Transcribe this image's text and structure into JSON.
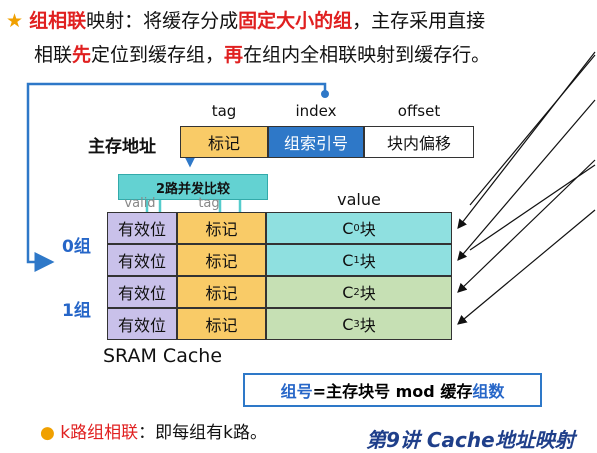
{
  "intro": {
    "star": "★",
    "term": "组相联",
    "text1": "映射：将缓存分成",
    "highlight1": "固定大小的组",
    "text2": "，主存采用直接",
    "line2_a": "相联",
    "line2_b": "先",
    "line2_c": "定位到缓存组，",
    "line2_d": "再",
    "line2_e": "在组内全相联映射到缓存行。"
  },
  "address": {
    "label": "主存地址",
    "headers": [
      "tag",
      "index",
      "offset"
    ],
    "fields": [
      "标记",
      "组索引号",
      "块内偏移"
    ]
  },
  "compare_label": "2路并发比较",
  "cache": {
    "headers": [
      "valid",
      "tag",
      "value"
    ],
    "rows": [
      {
        "valid": "有效位",
        "tag": "标记",
        "block": "C",
        "sub": "0",
        "suffix": "块"
      },
      {
        "valid": "有效位",
        "tag": "标记",
        "block": "C",
        "sub": "1",
        "suffix": "块"
      },
      {
        "valid": "有效位",
        "tag": "标记",
        "block": "C",
        "sub": "2",
        "suffix": "块"
      },
      {
        "valid": "有效位",
        "tag": "标记",
        "block": "C",
        "sub": "3",
        "suffix": "块"
      }
    ],
    "groups": [
      "0组",
      "1组"
    ],
    "caption": "SRAM Cache"
  },
  "formula": {
    "a": "组号",
    "b": "=主存块号 mod 缓存",
    "c": "组数"
  },
  "bullet": {
    "lead": "k路组相联",
    "text": "：即每组有k路。"
  },
  "footer": "第9讲  Cache地址映射",
  "colors": {
    "accent_red": "#e02020",
    "accent_blue": "#2e78c8",
    "valid": "#c9c1ea",
    "tag": "#f9cb67"
  }
}
